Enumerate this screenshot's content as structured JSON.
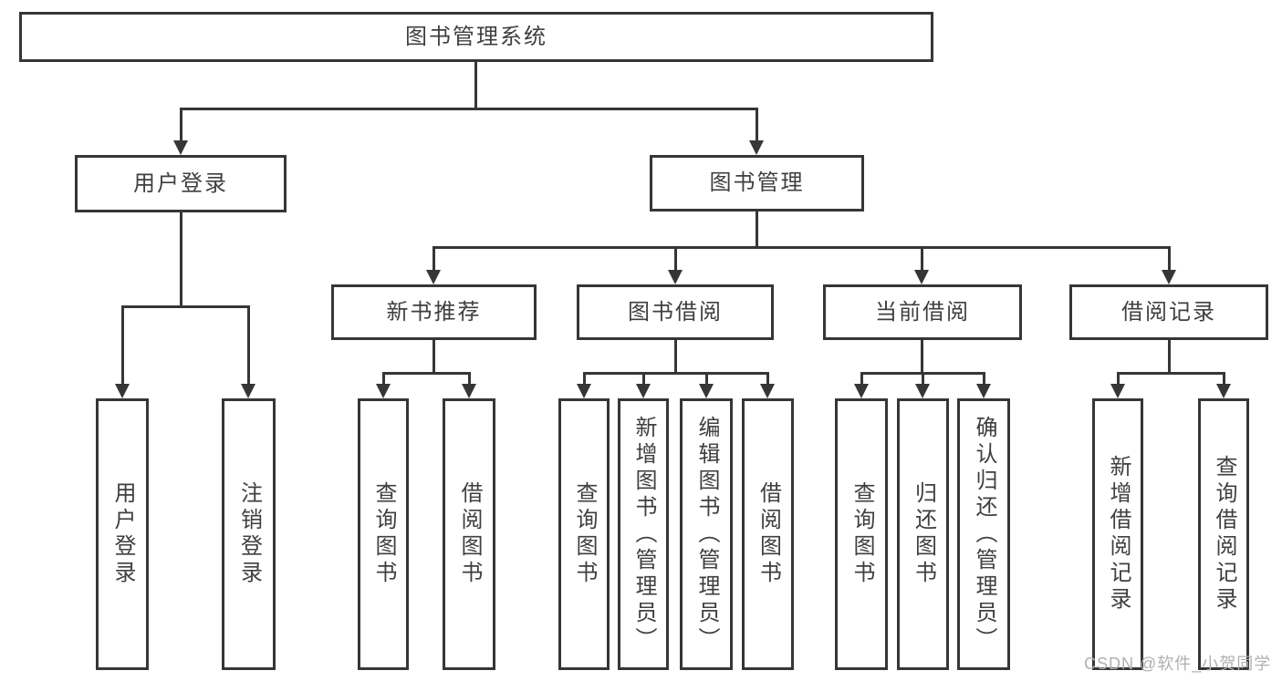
{
  "tree": {
    "label": "图书管理系统",
    "children": [
      {
        "label": "用户登录",
        "children": [
          {
            "label": "用户登录"
          },
          {
            "label": "注销登录"
          }
        ]
      },
      {
        "label": "图书管理",
        "children": [
          {
            "label": "新书推荐",
            "children": [
              {
                "label": "查询图书"
              },
              {
                "label": "借阅图书"
              }
            ]
          },
          {
            "label": "图书借阅",
            "children": [
              {
                "label": "查询图书"
              },
              {
                "label": "新增图书（管理员）"
              },
              {
                "label": "编辑图书（管理员）"
              },
              {
                "label": "借阅图书"
              }
            ]
          },
          {
            "label": "当前借阅",
            "children": [
              {
                "label": "查询图书"
              },
              {
                "label": "归还图书"
              },
              {
                "label": "确认归还（管理员）"
              }
            ]
          },
          {
            "label": "借阅记录",
            "children": [
              {
                "label": "新增借阅记录"
              },
              {
                "label": "查询借阅记录"
              }
            ]
          }
        ]
      }
    ]
  },
  "watermark": {
    "text": "CSDN @软件_小贺同学"
  },
  "colors": {
    "line": "#363636",
    "node_border": "#363636",
    "node_text": "#3f3f3f",
    "watermark_text": "#b0b0b0",
    "background": "#ffffff"
  }
}
